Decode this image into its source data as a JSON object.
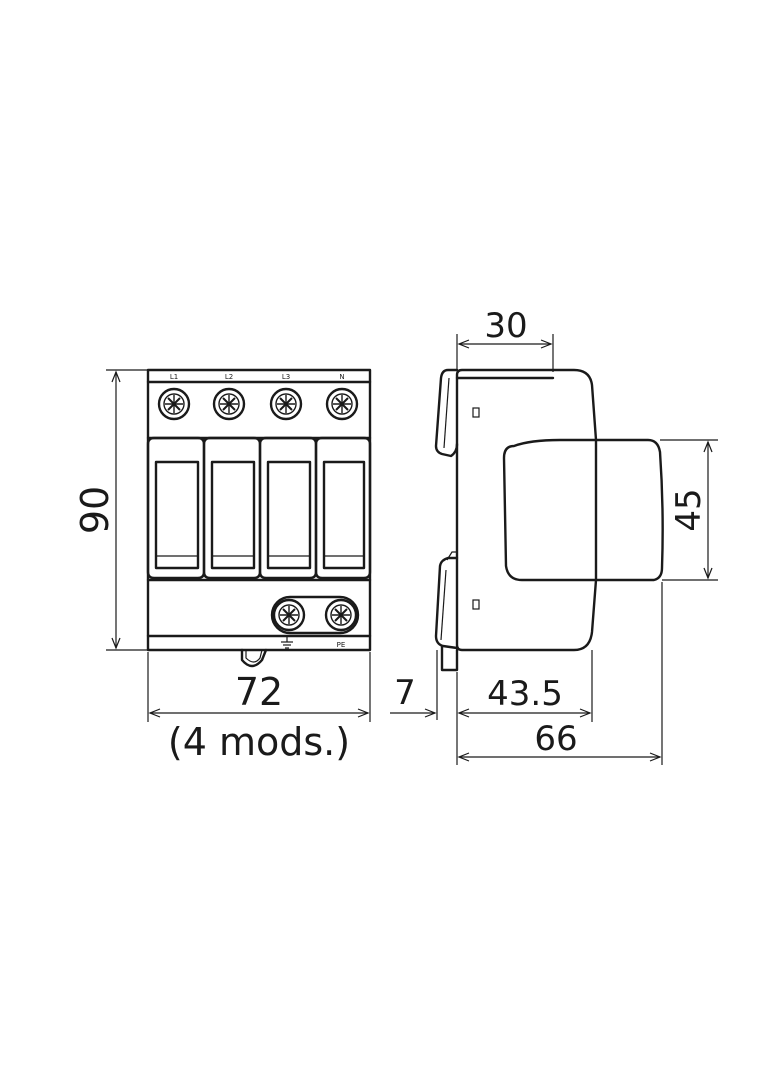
{
  "front_view": {
    "terminal_labels": [
      "L1",
      "L2",
      "L3",
      "N"
    ],
    "pe_label": "PE"
  },
  "dimensions": {
    "height": "90",
    "width": "72",
    "modules": "(4 mods.)",
    "depth_top": "30",
    "module_height": "45",
    "rail_offset": "7",
    "body_depth": "43.5",
    "total_depth": "66"
  }
}
